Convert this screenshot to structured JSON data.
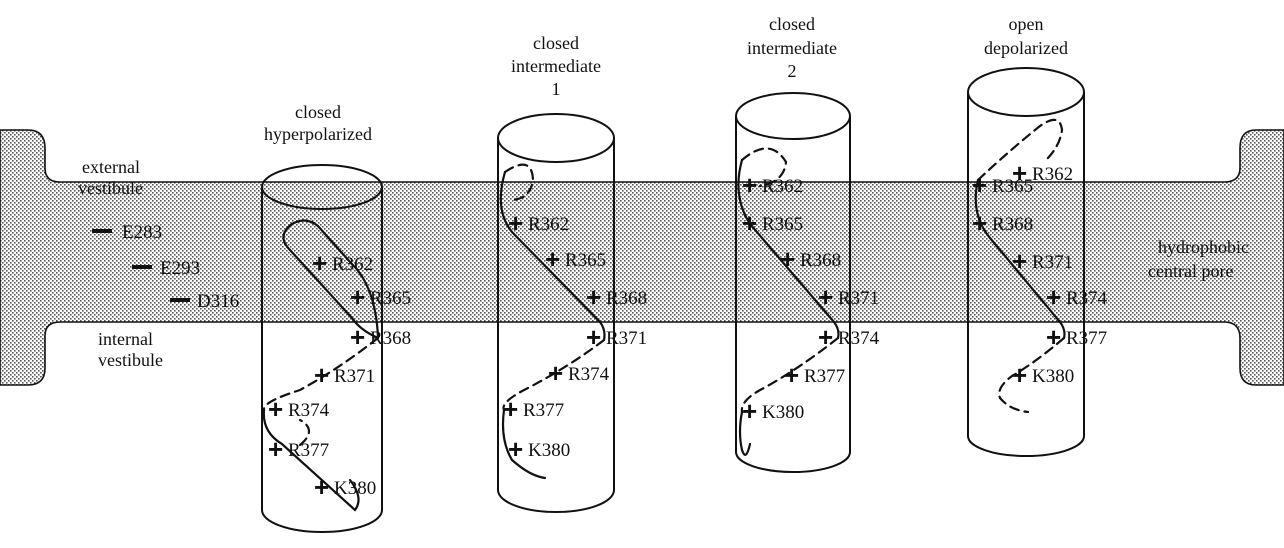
{
  "membrane": {
    "external_label_line1": "external",
    "external_label_line2": "vestibule",
    "internal_label_line1": "internal",
    "internal_label_line2": "vestibule",
    "pore_label_line1": "hydrophobic",
    "pore_label_line2": "central pore"
  },
  "acidic_residues": [
    "E283",
    "E293",
    "D316"
  ],
  "states": [
    {
      "title_lines": [
        "closed",
        "hyperpolarized"
      ],
      "residues": [
        "R362",
        "R365",
        "R368",
        "R371",
        "R374",
        "R377",
        "K380"
      ]
    },
    {
      "title_lines": [
        "closed",
        "intermediate",
        "1"
      ],
      "residues": [
        "R362",
        "R365",
        "R368",
        "R371",
        "R374",
        "R377",
        "K380"
      ]
    },
    {
      "title_lines": [
        "closed",
        "intermediate",
        "2"
      ],
      "residues": [
        "R362",
        "R365",
        "R368",
        "R371",
        "R374",
        "R377",
        "K380"
      ]
    },
    {
      "title_lines": [
        "open",
        "depolarized"
      ],
      "residues": [
        "R362",
        "R365",
        "R368",
        "R371",
        "R374",
        "R377",
        "K380"
      ]
    }
  ]
}
